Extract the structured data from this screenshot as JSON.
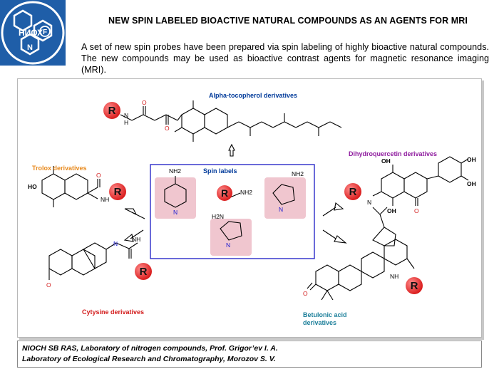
{
  "header": {
    "logo_text": "НИОХ",
    "logo_letter_f": "F",
    "logo_letter_n": "N",
    "title": "NEW SPIN LABELED BIOACTIVE NATURAL COMPOUNDS AS AN AGENTS FOR MRI",
    "intro": "A set of new spin probes have been prepared via spin labeling of highly bioactive natural compounds. The new compounds may be used as bioactive contrast agents for magnetic resonance imaging (MRI)."
  },
  "scheme": {
    "captions": {
      "alpha": "Alpha-tocopherol derivatives",
      "trolox": "Trolox derivatives",
      "dihydro": "Dihydroquercetin derivatives",
      "cytisine": "Cytysine derivatives",
      "betulonic_1": "Betulonic acid",
      "betulonic_2": "derivatives",
      "spin_labels": "Spin labels"
    },
    "group_label": "R",
    "atoms": {
      "nh2": "NH2",
      "nh": "N",
      "h": "H",
      "o": "O",
      "oh": "OH",
      "ho": "HO",
      "n": "N",
      "h2n": "H2N",
      "nh_label": "NH"
    },
    "colors": {
      "r_fill": "#e83030",
      "label_box": "#f0c6cf",
      "frame": "#2b2bc9"
    }
  },
  "footer": {
    "line1": "NIOCH SB RAS, Laboratory of nitrogen compounds, Prof. Grigor’ev I. A.",
    "line2": "Laboratory of Ecological Research and Chromatography, Morozov S. V."
  }
}
